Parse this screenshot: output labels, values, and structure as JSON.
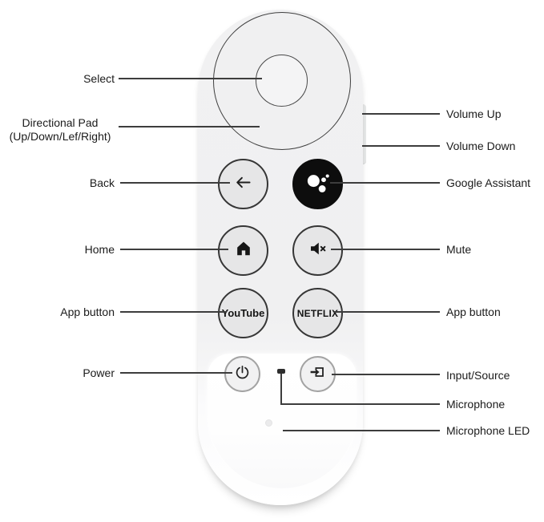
{
  "labels": {
    "select": "Select",
    "dpad_line1": "Directional Pad",
    "dpad_line2": "(Up/Down/Lef/Right)",
    "back": "Back",
    "home": "Home",
    "app_left": "App button",
    "power": "Power",
    "volume_up": "Volume Up",
    "volume_down": "Volume Down",
    "google_assistant": "Google Assistant",
    "mute": "Mute",
    "app_right": "App button",
    "input_source": "Input/Source",
    "microphone": "Microphone",
    "microphone_led": "Microphone LED"
  },
  "remote": {
    "youtube_button": "YouTube",
    "netflix_button": "NETFLIX",
    "icons": {
      "back": "back-arrow-icon",
      "google_assistant": "google-assistant-icon",
      "home": "home-icon",
      "mute": "mute-speaker-icon",
      "power": "power-icon",
      "input": "input-source-icon",
      "microphone": "microphone-hole",
      "microphone_led": "microphone-led-dot",
      "volume": "volume-rocker"
    }
  },
  "colors": {
    "background": "#ffffff",
    "remote_body": "#f1f1f2",
    "button_fill": "#e6e6e7",
    "button_outline": "#363636",
    "assistant_button": "#0d0d0d",
    "callout_line": "#3d3d3d",
    "label_text": "#1b1b1b"
  }
}
